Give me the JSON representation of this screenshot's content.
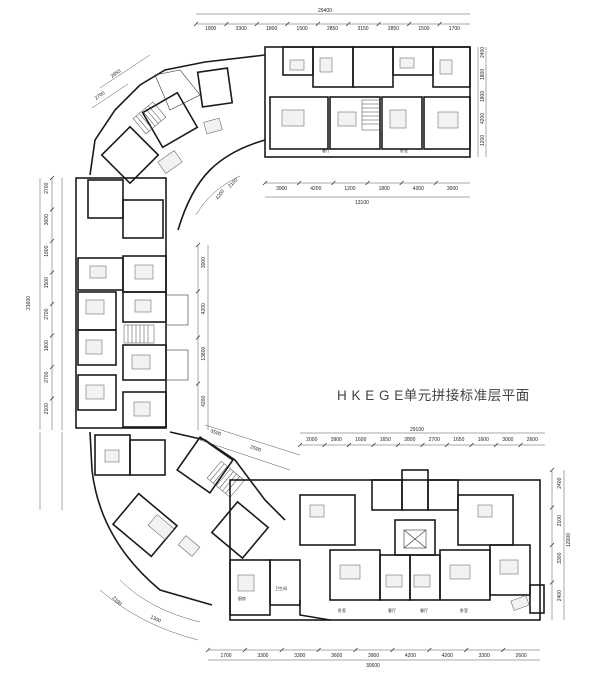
{
  "caption": "H K E G E单元拼接标准层平面",
  "dimensions": {
    "top_total": "29400",
    "top_segments": [
      "1800",
      "3300",
      "1800",
      "1500",
      "2850",
      "3150",
      "2850",
      "1500",
      "1700"
    ],
    "top_right_vertical": [
      "2400",
      "1800",
      "1800",
      "4200",
      "1200"
    ],
    "mid_bottom_segments": [
      "3900",
      "4200",
      "1200",
      "1800",
      "4200",
      "3000"
    ],
    "mid_bottom_total": "13100",
    "left_vertical": [
      "2700",
      "3600",
      "1800",
      "1500",
      "2700",
      "1800",
      "2700",
      "2100"
    ],
    "left_total": "21600",
    "inner_vertical": [
      "3000",
      "4200",
      "13800",
      "4200"
    ],
    "lower_top_total": "29100",
    "lower_top_segments": [
      "2000",
      "3900",
      "1600",
      "1650",
      "2800",
      "2700",
      "1650",
      "1600",
      "3000",
      "2600"
    ],
    "lower_bottom_segments": [
      "1700",
      "3300",
      "3300",
      "3600",
      "3900",
      "4200",
      "4200",
      "3300",
      "2600"
    ],
    "lower_bottom_total": "30600",
    "lower_right_vertical": [
      "2400",
      "2100",
      "3300",
      "2400"
    ],
    "lower_right_total": "12000",
    "diag_labels": [
      "2850",
      "2700",
      "4200",
      "2100",
      "3500",
      "2500",
      "2100",
      "1300"
    ]
  },
  "rooms": [
    {
      "label": "客厅"
    },
    {
      "label": "卧室"
    },
    {
      "label": "厨房"
    },
    {
      "label": "卫生间"
    },
    {
      "label": "卧室"
    },
    {
      "label": "客厅"
    },
    {
      "label": "餐厅"
    },
    {
      "label": "卧室"
    }
  ]
}
